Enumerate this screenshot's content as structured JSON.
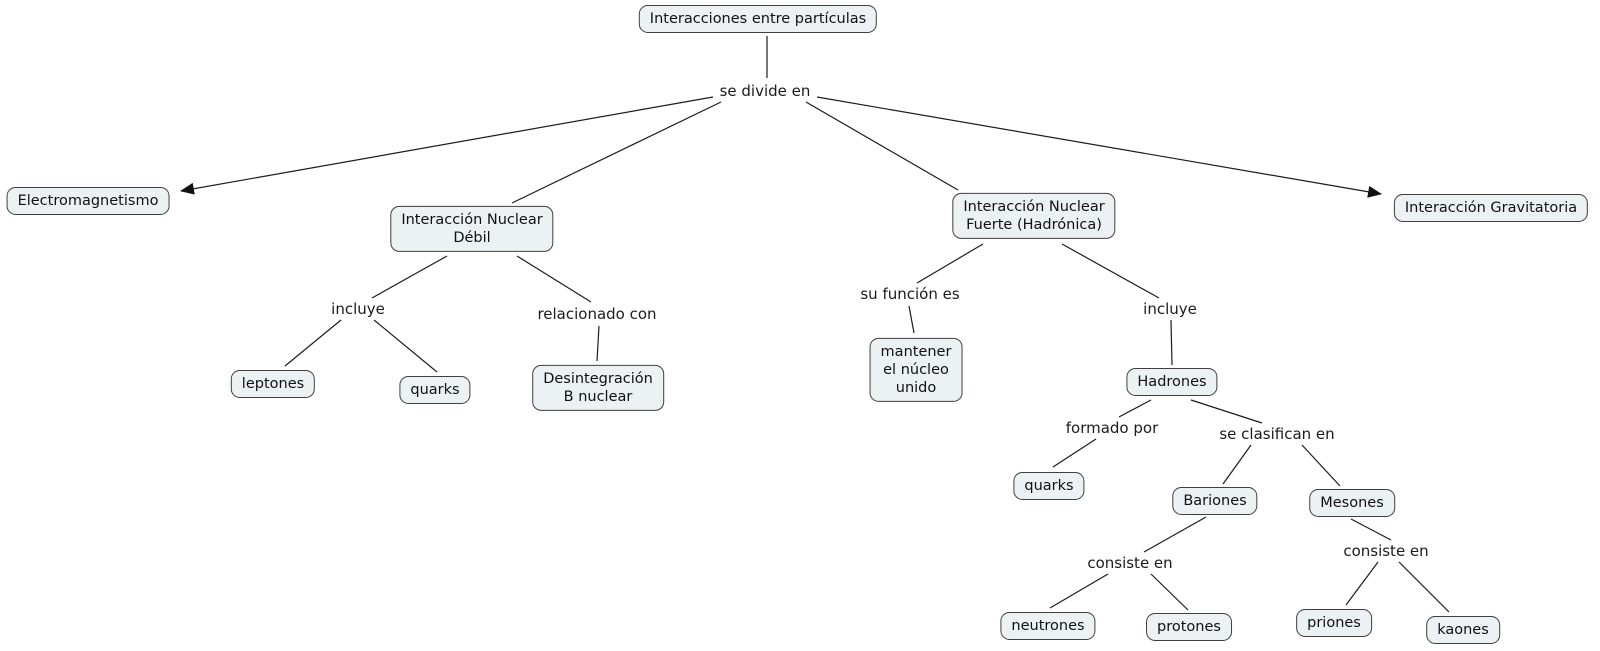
{
  "diagram": {
    "background": "#ffffff",
    "node_fill": "#ecf1f4",
    "node_border": "#3f3f3f",
    "line_color": "#1c1c1c",
    "nodes": {
      "root": "Interacciones entre partículas",
      "electromagnetismo": "Electromagnetismo",
      "debil": "Interacción Nuclear\nDébil",
      "fuerte": "Interacción Nuclear\nFuerte (Hadrónica)",
      "gravitatoria": "Interacción Gravitatoria",
      "leptones": "leptones",
      "quarks_debil": "quarks",
      "desintegracion": "Desintegración\nB nuclear",
      "mantener": "mantener\nel núcleo\nunido",
      "hadrones": "Hadrones",
      "quarks_hadrones": "quarks",
      "bariones": "Bariones",
      "mesones": "Mesones",
      "neutrones": "neutrones",
      "protones": "protones",
      "priones": "priones",
      "kaones": "kaones"
    },
    "link_phrases": {
      "se_divide_en": "se divide en",
      "incluye_debil": "incluye",
      "relacionado_con": "relacionado con",
      "su_funcion_es": "su función es",
      "incluye_fuerte": "incluye",
      "formado_por": "formado por",
      "se_clasifican_en": "se clasifican en",
      "consiste_en_bariones": "consiste en",
      "consiste_en_mesones": "consiste en"
    },
    "relations": [
      {
        "from": "Interacciones entre partículas",
        "label": "se divide en",
        "to": [
          "Electromagnetismo",
          "Interacción Nuclear Débil",
          "Interacción Nuclear Fuerte (Hadrónica)",
          "Interacción Gravitatoria"
        ],
        "arrows": [
          "Electromagnetismo",
          "Interacción Gravitatoria"
        ]
      },
      {
        "from": "Interacción Nuclear Débil",
        "label": "incluye",
        "to": [
          "leptones",
          "quarks"
        ]
      },
      {
        "from": "Interacción Nuclear Débil",
        "label": "relacionado con",
        "to": [
          "Desintegración B nuclear"
        ]
      },
      {
        "from": "Interacción Nuclear Fuerte (Hadrónica)",
        "label": "su función es",
        "to": [
          "mantener el núcleo unido"
        ]
      },
      {
        "from": "Interacción Nuclear Fuerte (Hadrónica)",
        "label": "incluye",
        "to": [
          "Hadrones"
        ]
      },
      {
        "from": "Hadrones",
        "label": "formado por",
        "to": [
          "quarks"
        ]
      },
      {
        "from": "Hadrones",
        "label": "se clasifican en",
        "to": [
          "Bariones",
          "Mesones"
        ]
      },
      {
        "from": "Bariones",
        "label": "consiste en",
        "to": [
          "neutrones",
          "protones"
        ]
      },
      {
        "from": "Mesones",
        "label": "consiste en",
        "to": [
          "priones",
          "kaones"
        ]
      }
    ]
  }
}
